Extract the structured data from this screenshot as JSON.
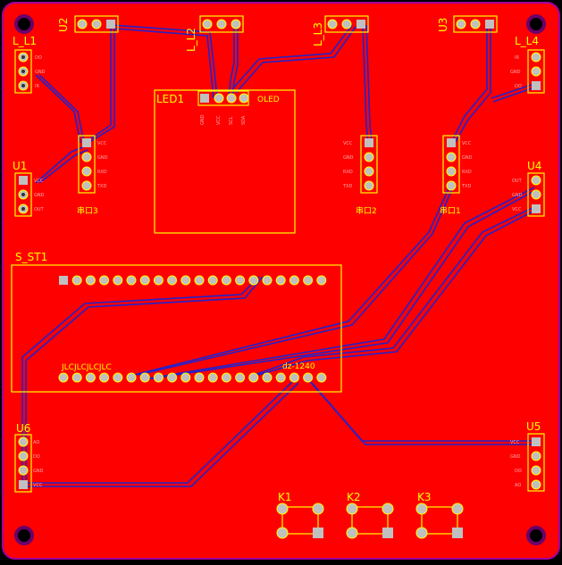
{
  "colors": {
    "board_edge": "#a000a0",
    "copper": "#ff0000",
    "silkscreen": "#ffff00",
    "trace_bottom": "#2222cc",
    "pad_fill": "#c0c0c0",
    "pin_label": "#ffaaaa"
  },
  "designators": {
    "l1": "L_L1",
    "l2": "L_L2",
    "l3": "L_L3",
    "l4": "L_L4",
    "u1": "U1",
    "u2": "U2",
    "u3": "U3",
    "u4": "U4",
    "u5": "U5",
    "u6": "U6",
    "led1": "LED1",
    "oled": "OLED",
    "s_st1": "S_ST1",
    "k1": "K1",
    "k2": "K2",
    "k3": "K3"
  },
  "silk_text": {
    "serial1": "串口1",
    "serial2": "串口2",
    "serial3": "串口3",
    "jlc": "JLCJLCJLCJLC",
    "board_name": "dz-1240"
  },
  "pins": {
    "l1": [
      "DO",
      "GND",
      "IR"
    ],
    "u1": [
      "VCC",
      "GND",
      "OUT"
    ],
    "u4": [
      "OUT",
      "GND",
      "VCC"
    ],
    "u5": [
      "VCC",
      "GND",
      "DO",
      "AO"
    ],
    "u6": [
      "AO",
      "DO",
      "GND",
      "VCC"
    ],
    "serial": [
      "VCC",
      "GND",
      "RXD",
      "TXD"
    ],
    "oled": [
      "GND",
      "VCC",
      "SCL",
      "SDA"
    ]
  }
}
